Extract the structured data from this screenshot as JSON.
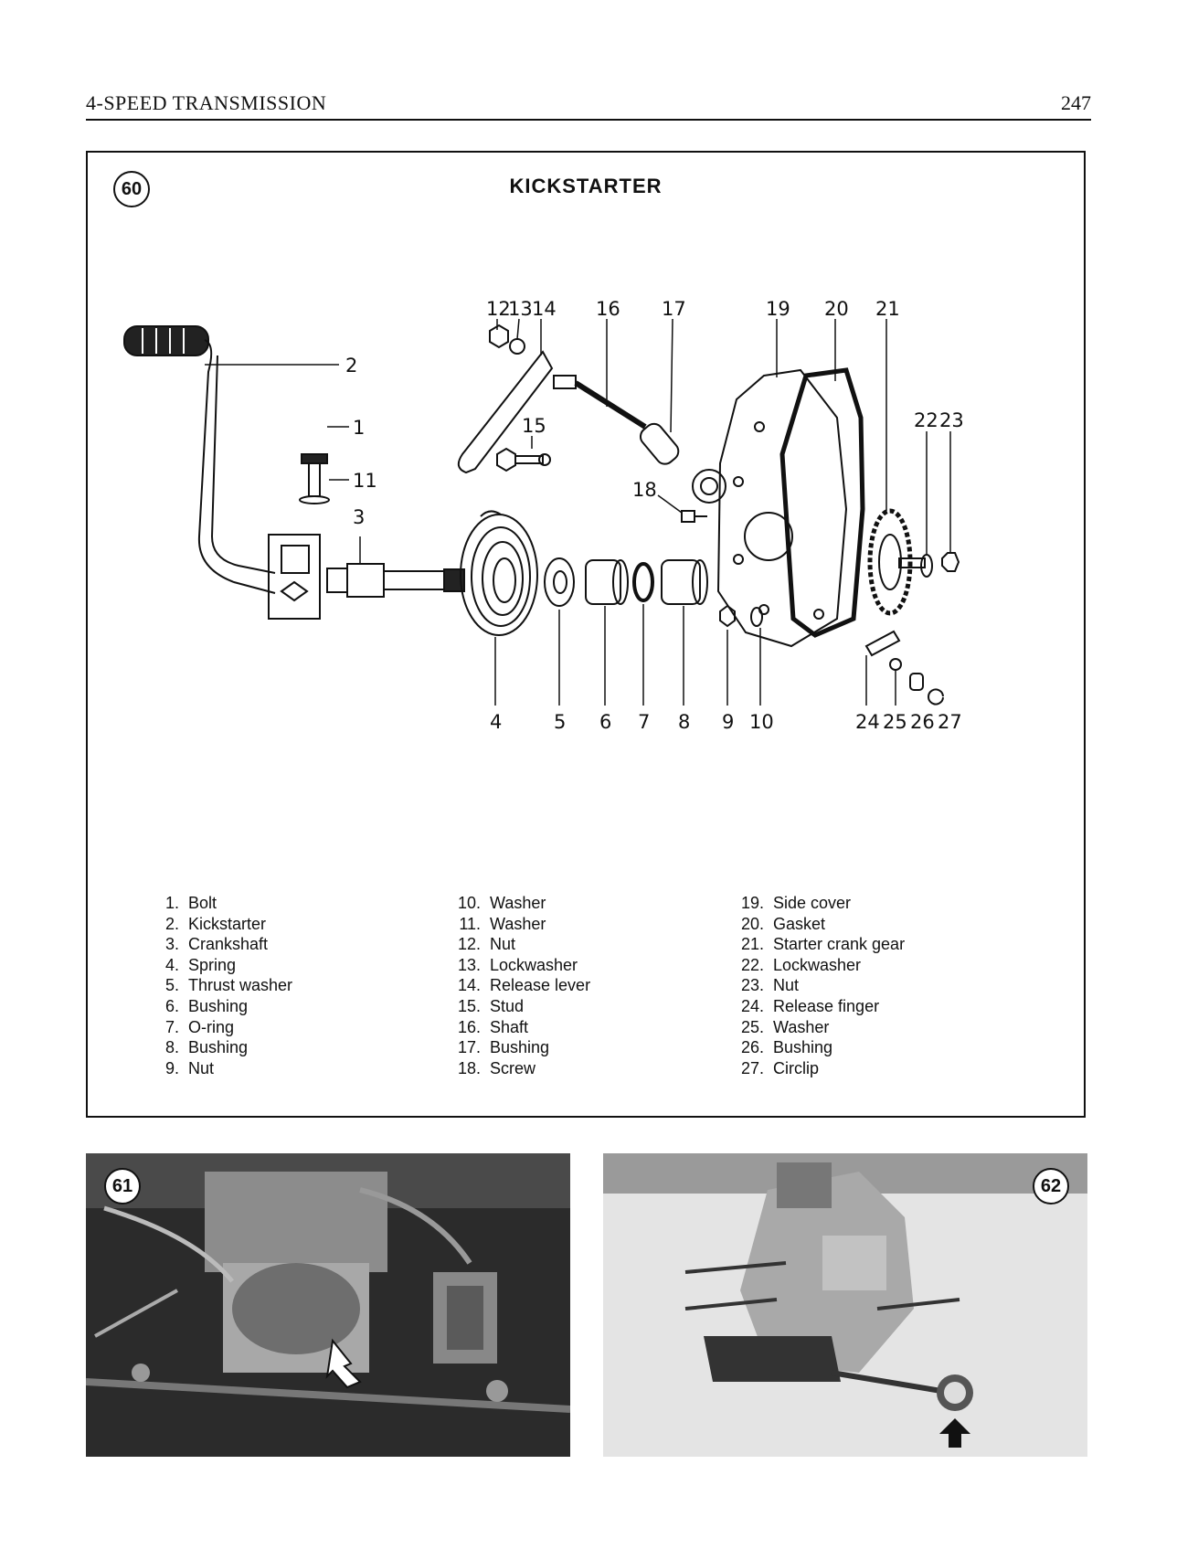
{
  "header": {
    "title": "4-SPEED TRANSMISSION",
    "page_number": "247"
  },
  "figure60": {
    "number": "60",
    "title": "KICKSTARTER",
    "callouts": [
      "1",
      "2",
      "3",
      "4",
      "5",
      "6",
      "7",
      "8",
      "9",
      "10",
      "11",
      "12",
      "13",
      "14",
      "15",
      "16",
      "17",
      "18",
      "19",
      "20",
      "21",
      "22",
      "23",
      "24",
      "25",
      "26",
      "27"
    ],
    "legend_columns": [
      [
        {
          "num": "1.",
          "label": "Bolt"
        },
        {
          "num": "2.",
          "label": "Kickstarter"
        },
        {
          "num": "3.",
          "label": "Crankshaft"
        },
        {
          "num": "4.",
          "label": "Spring"
        },
        {
          "num": "5.",
          "label": "Thrust washer"
        },
        {
          "num": "6.",
          "label": "Bushing"
        },
        {
          "num": "7.",
          "label": "O-ring"
        },
        {
          "num": "8.",
          "label": "Bushing"
        },
        {
          "num": "9.",
          "label": "Nut"
        }
      ],
      [
        {
          "num": "10.",
          "label": "Washer"
        },
        {
          "num": "11.",
          "label": "Washer"
        },
        {
          "num": "12.",
          "label": "Nut"
        },
        {
          "num": "13.",
          "label": "Lockwasher"
        },
        {
          "num": "14.",
          "label": "Release lever"
        },
        {
          "num": "15.",
          "label": "Stud"
        },
        {
          "num": "16.",
          "label": "Shaft"
        },
        {
          "num": "17.",
          "label": "Bushing"
        },
        {
          "num": "18.",
          "label": "Screw"
        }
      ],
      [
        {
          "num": "19.",
          "label": "Side cover"
        },
        {
          "num": "20.",
          "label": "Gasket"
        },
        {
          "num": "21.",
          "label": "Starter crank gear"
        },
        {
          "num": "22.",
          "label": "Lockwasher"
        },
        {
          "num": "23.",
          "label": "Nut"
        },
        {
          "num": "24.",
          "label": "Release finger"
        },
        {
          "num": "25.",
          "label": "Washer"
        },
        {
          "num": "26.",
          "label": "Bushing"
        },
        {
          "num": "27.",
          "label": "Circlip"
        }
      ]
    ]
  },
  "figure61": {
    "number": "61"
  },
  "figure62": {
    "number": "62"
  }
}
